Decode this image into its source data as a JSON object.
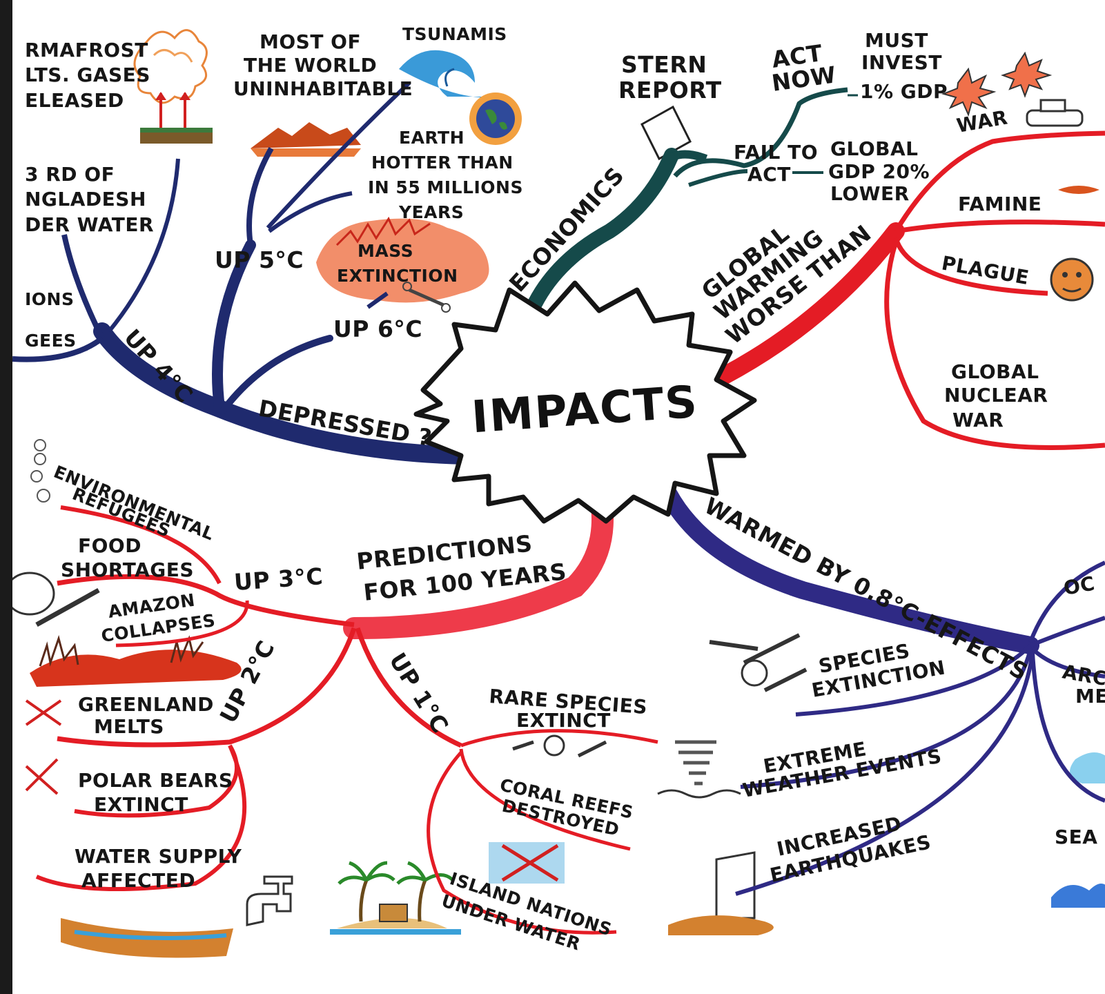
{
  "colors": {
    "navy": "#1f2a6e",
    "teal": "#154a4a",
    "red": "#e41c25",
    "pink_red": "#ee3b4a",
    "purple": "#2f2a85",
    "blood": "#d61e1e"
  },
  "center": {
    "label": "IMPACTS"
  },
  "branches": {
    "economics": {
      "label": "ECONOMICS",
      "stern": "STERN",
      "report": "REPORT",
      "act": "ACT",
      "now": "NOW",
      "must": "MUST",
      "invest": "INVEST",
      "gdp_invest": "1% GDP",
      "fail_to": "FAIL TO",
      "act2": "ACT",
      "global": "GLOBAL",
      "gdp20": "GDP 20%",
      "lower": "LOWER"
    },
    "worse": {
      "line1": "GLOBAL",
      "line2": "WARMING",
      "line3": "WORSE THAN",
      "war": "WAR",
      "famine": "FAMINE",
      "plague": "PLAGUE",
      "nuke1": "GLOBAL",
      "nuke2": "NUCLEAR",
      "nuke3": "WAR"
    },
    "depressed": {
      "label": "DEPRESSED ?",
      "up4": "UP 4°C",
      "up5": "UP 5°C",
      "up6": "UP 6°C",
      "permafrost1": "RMAFROST",
      "permafrost2": "LTS. GASES",
      "permafrost3": "ELEASED",
      "bangla1": "3 RD OF",
      "bangla2": "NGLADESH",
      "bangla3": "DER WATER",
      "ions": "IONS",
      "gees": "GEES",
      "world1": "MOST OF",
      "world2": "THE WORLD",
      "world3": "UNINHABITABLE",
      "tsunamis": "TSUNAMIS",
      "earth1": "EARTH",
      "earth2": "HOTTER THAN",
      "earth3": "IN 55 MILLIONS",
      "earth4": "YEARS",
      "mass1": "MASS",
      "mass2": "EXTINCTION"
    },
    "predictions": {
      "line1": "PREDICTIONS",
      "line2": "FOR 100 YEARS",
      "up3": "UP 3°C",
      "up2": "UP 2°C",
      "up1": "UP 1°C",
      "env1": "ENVIRONMENTAL",
      "env2": "REFUGEES",
      "food1": "FOOD",
      "food2": "SHORTAGES",
      "amazon1": "AMAZON",
      "amazon2": "COLLAPSES",
      "green1": "GREENLAND",
      "green2": "MELTS",
      "polar1": "POLAR BEARS",
      "polar2": "EXTINCT",
      "water1": "WATER SUPPLY",
      "water2": "AFFECTED",
      "rare1": "RARE SPECIES",
      "rare2": "EXTINCT",
      "coral1": "CORAL REEFS",
      "coral2": "DESTROYED",
      "island1": "ISLAND NATIONS",
      "island2": "UNDER WATER"
    },
    "warmed": {
      "label": "WARMED BY 0.8°C-EFFECTS",
      "species1": "SPECIES",
      "species2": "EXTINCTION",
      "extreme1": "EXTREME",
      "extreme2": "WEATHER EVENTS",
      "quake1": "INCREASED",
      "quake2": "EARTHQUAKES",
      "oc": "OC",
      "arc": "ARC",
      "me": "ME",
      "sea": "SEA"
    }
  }
}
